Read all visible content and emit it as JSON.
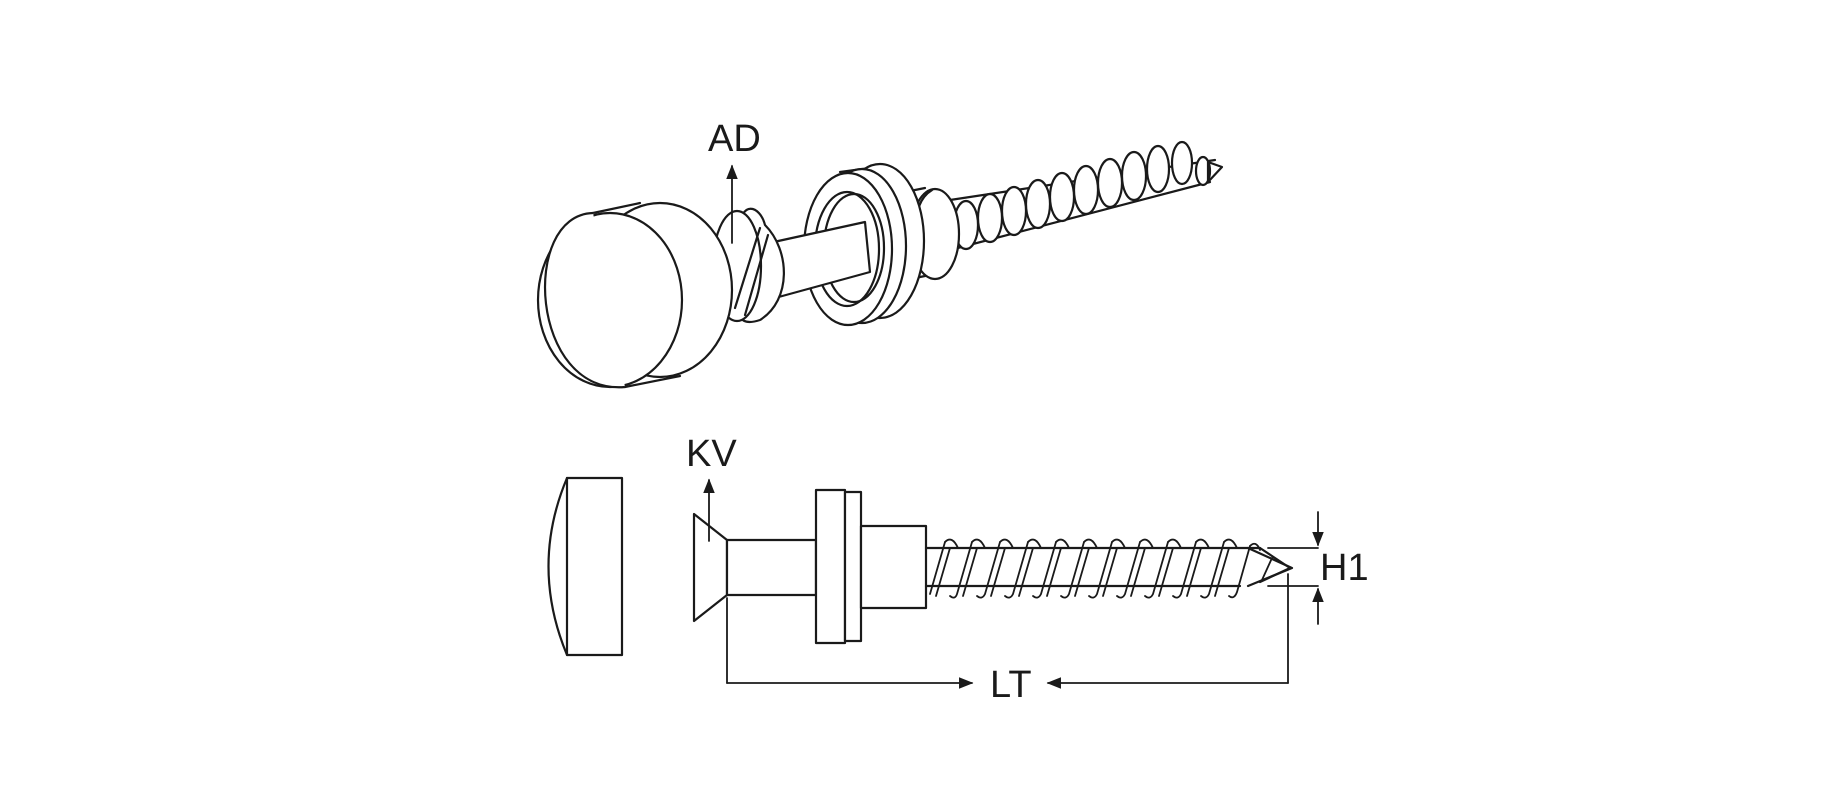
{
  "diagram": {
    "labels": {
      "ad": "AD",
      "kv": "KV",
      "h1": "H1",
      "lt": "LT"
    },
    "colors": {
      "line": "#1a1a1a",
      "background": "#ffffff"
    },
    "parts": [
      "cap",
      "screw-head",
      "washer",
      "collar",
      "threaded-shank"
    ]
  }
}
